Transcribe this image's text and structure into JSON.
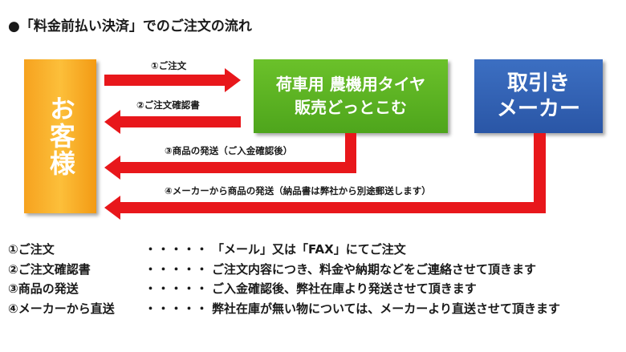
{
  "title": "●「料金前払い決済」でのご注文の流れ",
  "boxes": {
    "customer": "お客様",
    "shop_line1": "荷車用 農機用タイヤ",
    "shop_line2": "販売どっとこむ",
    "maker_line1": "取引き",
    "maker_line2": "メーカー"
  },
  "arrows": {
    "a1": "①ご注文",
    "a2": "②ご注文確認書",
    "a3": "③商品の発送（ご入金確認後）",
    "a4": "④メーカーから商品の発送（納品書は弊社から別途郵送します）"
  },
  "colors": {
    "arrow": "#e8171b",
    "customer": "#f6a21f",
    "shop": "#5aae1f",
    "maker": "#3563b6"
  },
  "steps": [
    {
      "term": "①ご注文",
      "dots": "・・・・・",
      "desc": "「メール」又は「FAX」にてご注文"
    },
    {
      "term": "②ご注文確認書",
      "dots": "・・・・・",
      "desc": "ご注文内容につき、料金や納期などをご連絡させて頂きます"
    },
    {
      "term": "③商品の発送",
      "dots": "・・・・・",
      "desc": "ご入金確認後、弊社在庫より発送させて頂きます"
    },
    {
      "term": "④メーカーから直送",
      "dots": "・・・・・",
      "desc": "弊社在庫が無い物については、メーカーより直送させて頂きます"
    }
  ]
}
